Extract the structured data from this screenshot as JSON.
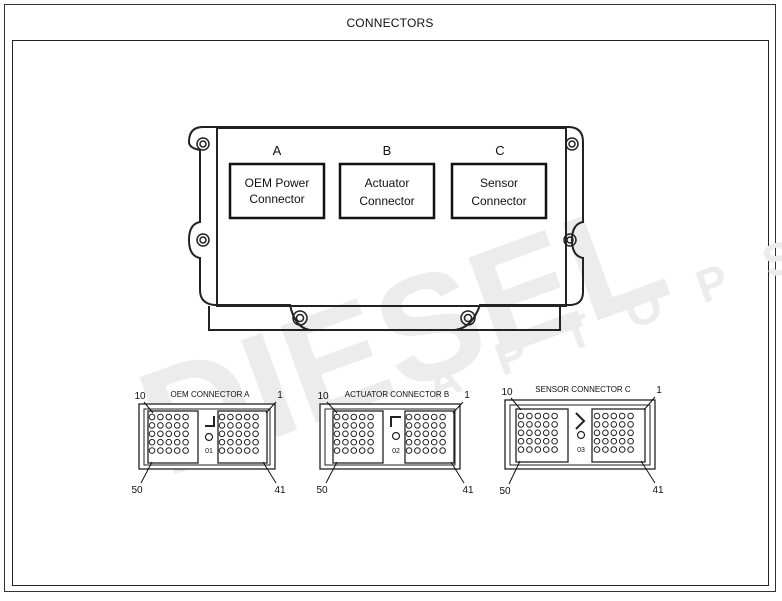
{
  "page_title": "CONNECTORS",
  "ecm": {
    "letters": [
      "A",
      "B",
      "C"
    ],
    "boxes": [
      [
        "OEM Power",
        "Connector"
      ],
      [
        "Actuator",
        "Connector"
      ],
      [
        "Sensor",
        "Connector"
      ]
    ]
  },
  "connectors": [
    {
      "title": "OEM CONNECTOR A",
      "code": "01",
      "pin_top_left": "10",
      "pin_top_right": "1",
      "pin_bottom_left": "50",
      "pin_bottom_right": "41"
    },
    {
      "title": "ACTUATOR CONNECTOR B",
      "code": "02",
      "pin_top_left": "10",
      "pin_top_right": "1",
      "pin_bottom_left": "50",
      "pin_bottom_right": "41"
    },
    {
      "title": "SENSOR CONNECTOR C",
      "code": "03",
      "pin_top_left": "10",
      "pin_top_right": "1",
      "pin_bottom_left": "50",
      "pin_bottom_right": "41"
    }
  ],
  "watermark": {
    "main": "DIESEL",
    "sub": "LAPTOPS"
  }
}
